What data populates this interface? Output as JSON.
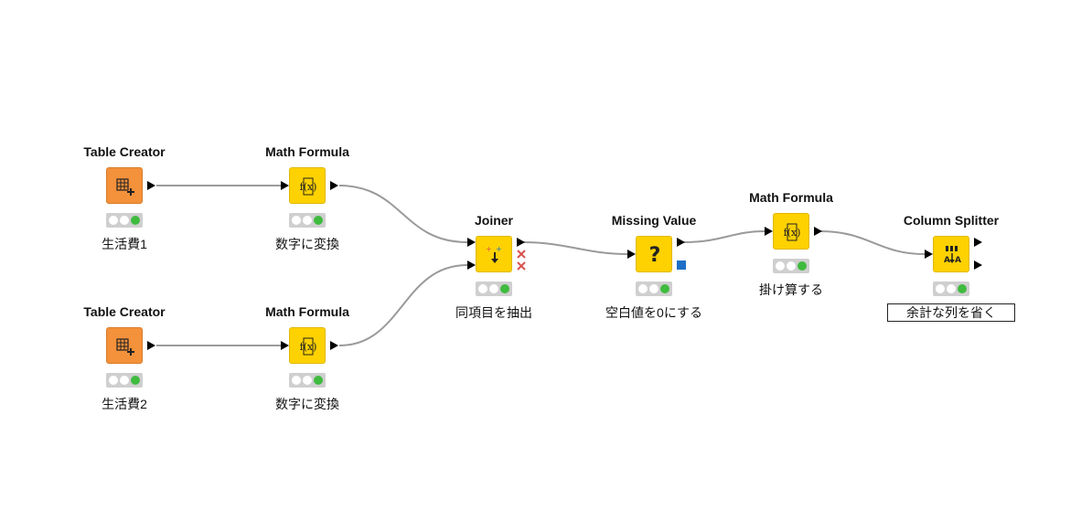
{
  "nodes": [
    {
      "id": "tc1",
      "title": "Table Creator",
      "label": "生活費1",
      "icon": "table-creator-icon",
      "color": "#f4913b"
    },
    {
      "id": "mf1",
      "title": "Math Formula",
      "label": "数字に変換",
      "icon": "math-formula-icon",
      "color": "#fed100"
    },
    {
      "id": "tc2",
      "title": "Table Creator",
      "label": "生活費2",
      "icon": "table-creator-icon",
      "color": "#f4913b"
    },
    {
      "id": "mf2",
      "title": "Math Formula",
      "label": "数字に変換",
      "icon": "math-formula-icon",
      "color": "#fed100"
    },
    {
      "id": "join",
      "title": "Joiner",
      "label": "同項目を抽出",
      "icon": "joiner-icon",
      "color": "#fed100"
    },
    {
      "id": "mv",
      "title": "Missing Value",
      "label": "空白値を0にする",
      "icon": "question-mark-icon",
      "color": "#fed100"
    },
    {
      "id": "mf3",
      "title": "Math Formula",
      "label": "掛け算する",
      "icon": "math-formula-icon",
      "color": "#fed100"
    },
    {
      "id": "cs",
      "title": "Column Splitter",
      "label": "余計な列を省く",
      "icon": "column-splitter-icon",
      "color": "#fed100"
    }
  ],
  "status_colors": {
    "idle": "#ffffff",
    "executed": "#3fbb3f",
    "port_flow": "#1f6fc6",
    "port_x": "#d9534f"
  },
  "connections": [
    [
      "tc1",
      "mf1"
    ],
    [
      "mf1",
      "join"
    ],
    [
      "tc2",
      "mf2"
    ],
    [
      "mf2",
      "join"
    ],
    [
      "join",
      "mv"
    ],
    [
      "mv",
      "mf3"
    ],
    [
      "mf3",
      "cs"
    ]
  ]
}
